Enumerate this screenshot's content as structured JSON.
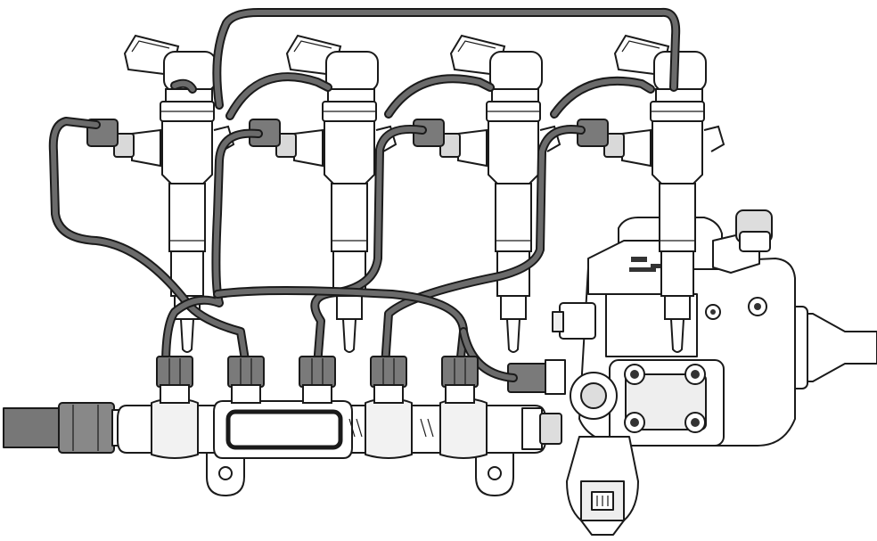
{
  "figure": {
    "kind": "line-art",
    "subject_parts": [
      "common-rail",
      "injector",
      "fuel-line",
      "high-pressure-pump"
    ],
    "injector_count": 4,
    "rail_outlet_count": 5
  },
  "colors": {
    "background": "#ffffff",
    "outline": "#1a1a1a",
    "pipe_fill": "#6b6b6b",
    "fitting_fill": "#7a7a7a",
    "body_fill": "#ffffff",
    "shade_fill": "#d9d9d9"
  },
  "labels": {}
}
